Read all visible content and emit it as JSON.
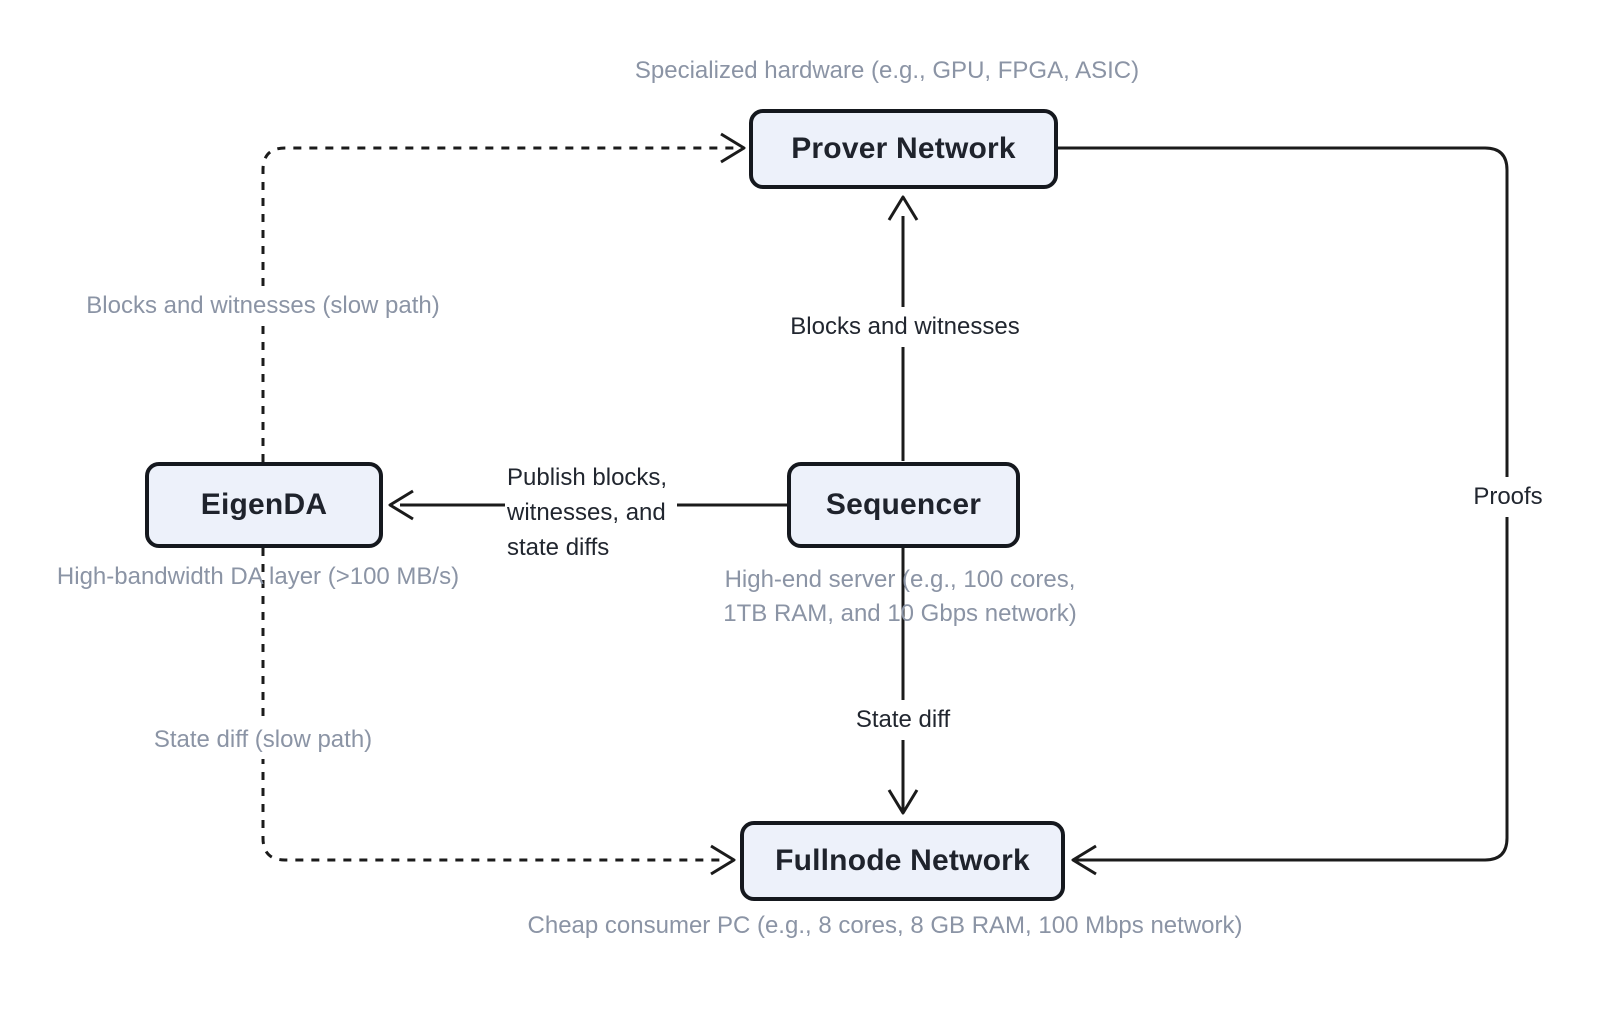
{
  "diagram": {
    "nodes": {
      "prover": {
        "label": "Prover Network",
        "caption": "Specialized hardware (e.g., GPU, FPGA, ASIC)"
      },
      "eigenda": {
        "label": "EigenDA",
        "caption": "High-bandwidth DA layer (>100 MB/s)"
      },
      "sequencer": {
        "label": "Sequencer",
        "caption": "High-end server (e.g., 100 cores,\n1TB RAM, and 10 Gbps network)"
      },
      "fullnode": {
        "label": "Fullnode Network",
        "caption": "Cheap consumer PC (e.g., 8 cores, 8 GB RAM, 100 Mbps network)"
      }
    },
    "edges": {
      "sequencer_to_prover": {
        "label": "Blocks and witnesses",
        "style": "solid"
      },
      "sequencer_to_eigenda": {
        "label": "Publish blocks,\nwitnesses, and\nstate diffs",
        "style": "solid"
      },
      "sequencer_to_fullnode": {
        "label": "State diff",
        "style": "solid"
      },
      "prover_to_fullnode": {
        "label": "Proofs",
        "style": "solid"
      },
      "eigenda_to_prover": {
        "label": "Blocks and witnesses (slow path)",
        "style": "dashed"
      },
      "eigenda_to_fullnode": {
        "label": "State diff (slow path)",
        "style": "dashed"
      }
    },
    "colors": {
      "node_fill": "#edf1fa",
      "node_border": "#15181e",
      "wire": "#1b1b1b",
      "muted_text": "#8b94a5",
      "label_text": "#21262f",
      "background": "#ffffff"
    }
  }
}
